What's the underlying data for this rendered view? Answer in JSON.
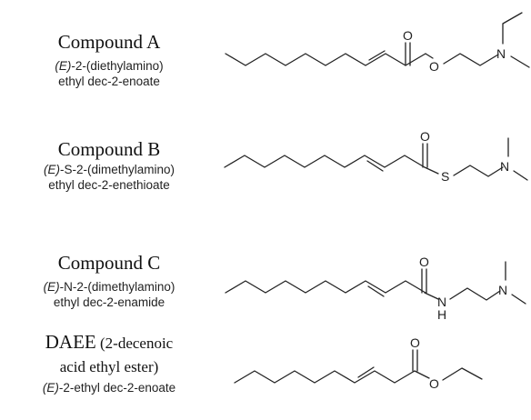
{
  "compounds": [
    {
      "name": "Compound A",
      "iupac_prefix": "(E)",
      "iupac_line1": "-2-(diethylamino)",
      "iupac_line2": "ethyl dec-2-enoate",
      "atoms": [
        "O",
        "O",
        "N"
      ]
    },
    {
      "name": "Compound  B",
      "iupac_prefix": "(E)",
      "iupac_line1": "-S-2-(dimethylamino)",
      "iupac_line2": "ethyl dec-2-enethioate",
      "atoms": [
        "O",
        "S",
        "N"
      ]
    },
    {
      "name": "Compound C",
      "iupac_prefix": "(E)",
      "iupac_line1": "-N-2-(dimethylamino)",
      "iupac_line2": "ethyl dec-2-enamide",
      "atoms": [
        "O",
        "N",
        "H",
        "N"
      ]
    },
    {
      "name_main": "DAEE",
      "name_paren_1": " (2-decenoic",
      "name_paren_2": "acid ethyl ester)",
      "iupac_prefix": "(E)",
      "iupac_line1": "-2-ethyl dec-2-enoate",
      "atoms": [
        "O",
        "O"
      ]
    }
  ]
}
